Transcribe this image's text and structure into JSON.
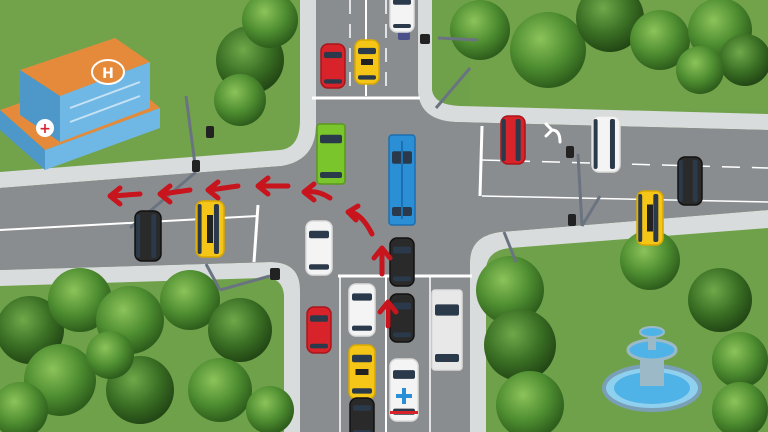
{
  "scene": {
    "type": "traffic-intersection-puzzle",
    "hospital": {
      "roof_sign": "H",
      "cross_symbol": "+"
    },
    "turn_arrow_color": "#c8141c",
    "colors": {
      "grass": "#6fa14a",
      "grass_dark": "#5e8f3c",
      "road": "#8a8d90",
      "sidewalk": "#d9dcdc",
      "lane_mark": "#ffffff",
      "tree": "#3e7a2a",
      "tree_light": "#5a9a3a",
      "water": "#4fb3e8",
      "hospital_roof": "#e58a3a",
      "hospital_wall": "#6fb7e4"
    },
    "vehicles": [
      {
        "type": "car",
        "color": "white",
        "hex": "#f4f4f4",
        "road": "north",
        "direction": "down"
      },
      {
        "type": "car",
        "color": "red",
        "hex": "#d8232a",
        "road": "north",
        "direction": "down"
      },
      {
        "type": "taxi",
        "color": "yellow",
        "hex": "#f5c518",
        "road": "north",
        "direction": "down"
      },
      {
        "type": "truck",
        "color": "green",
        "hex": "#7ac52b",
        "road": "north",
        "direction": "down"
      },
      {
        "type": "bus",
        "color": "blue",
        "hex": "#2b8fd6",
        "road": "intersection",
        "direction": "down"
      },
      {
        "type": "car",
        "color": "red",
        "hex": "#d8232a",
        "road": "east",
        "direction": "left"
      },
      {
        "type": "car",
        "color": "white",
        "hex": "#f4f4f4",
        "road": "east",
        "direction": "left",
        "signal": "u-turn"
      },
      {
        "type": "car",
        "color": "black",
        "hex": "#2a2a2a",
        "road": "east",
        "direction": "left"
      },
      {
        "type": "taxi",
        "color": "yellow",
        "hex": "#f5c518",
        "road": "east",
        "direction": "left"
      },
      {
        "type": "car",
        "color": "black",
        "hex": "#2a2a2a",
        "road": "west",
        "direction": "right"
      },
      {
        "type": "taxi",
        "color": "yellow",
        "hex": "#f5c518",
        "road": "west",
        "direction": "right"
      },
      {
        "type": "car",
        "color": "white",
        "hex": "#f4f4f4",
        "road": "intersection",
        "direction": "up"
      },
      {
        "type": "car",
        "color": "red",
        "hex": "#d8232a",
        "road": "south",
        "direction": "up"
      },
      {
        "type": "car",
        "color": "white",
        "hex": "#f4f4f4",
        "road": "south",
        "direction": "up"
      },
      {
        "type": "taxi",
        "color": "yellow",
        "hex": "#f5c518",
        "road": "south",
        "direction": "up"
      },
      {
        "type": "car",
        "color": "black",
        "hex": "#2a2a2a",
        "road": "south",
        "direction": "up"
      },
      {
        "type": "car",
        "color": "black",
        "hex": "#2a2a2a",
        "road": "south",
        "direction": "up"
      },
      {
        "type": "car",
        "color": "black",
        "hex": "#2a2a2a",
        "road": "south",
        "direction": "up"
      },
      {
        "type": "ambulance",
        "color": "white",
        "hex": "#f4f4f4",
        "road": "south",
        "direction": "up"
      },
      {
        "type": "truck",
        "color": "white",
        "hex": "#e8e8e8",
        "road": "south",
        "direction": "up"
      }
    ]
  }
}
